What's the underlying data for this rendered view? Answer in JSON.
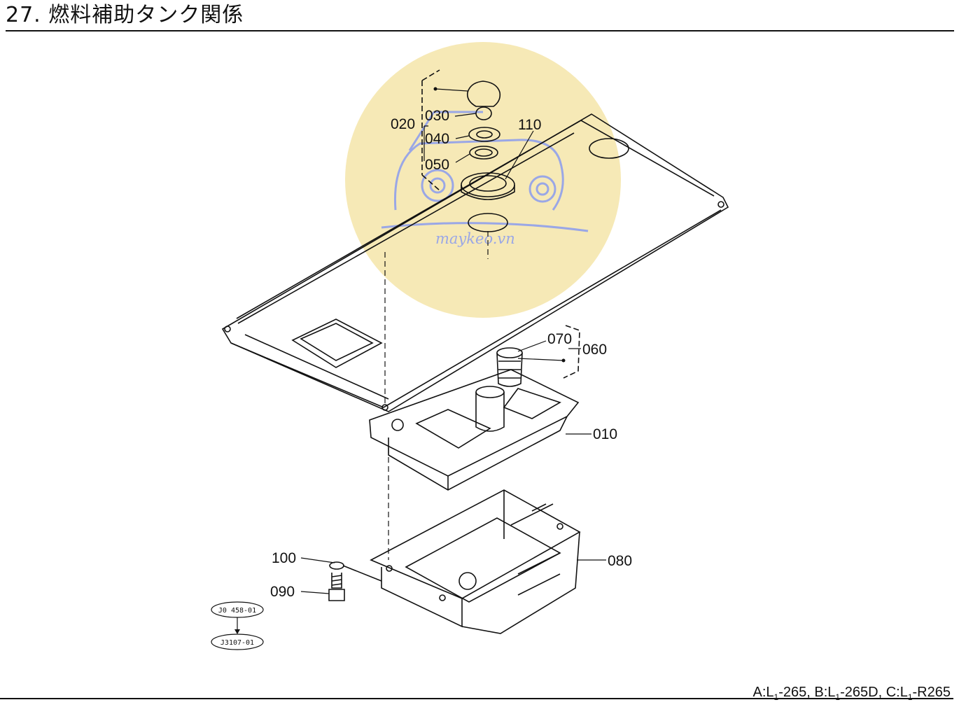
{
  "header": {
    "title": "27. 燃料補助タンク関係"
  },
  "watermark": {
    "text": "maykeo.vn",
    "circle_color": "#f6e9b6",
    "logo_color": "#9aa7e6"
  },
  "parts": [
    {
      "id": "p010",
      "label": "010"
    },
    {
      "id": "p020",
      "label": "020"
    },
    {
      "id": "p030",
      "label": "030"
    },
    {
      "id": "p040",
      "label": "040"
    },
    {
      "id": "p050",
      "label": "050"
    },
    {
      "id": "p060",
      "label": "060"
    },
    {
      "id": "p070",
      "label": "070"
    },
    {
      "id": "p080",
      "label": "080"
    },
    {
      "id": "p090",
      "label": "090"
    },
    {
      "id": "p100",
      "label": "100"
    },
    {
      "id": "p110",
      "label": "110"
    }
  ],
  "references": {
    "ref1": "J0 458-01",
    "ref2": "J3107-01"
  },
  "footer": {
    "model_a_prefix": "A:L",
    "model_a_sub": "1",
    "model_a_suffix": "-265,",
    "model_b_prefix": "B:L",
    "model_b_sub": "1",
    "model_b_suffix": "-265D,",
    "model_c_prefix": "C:L",
    "model_c_sub": "1",
    "model_c_suffix": "-R265"
  }
}
